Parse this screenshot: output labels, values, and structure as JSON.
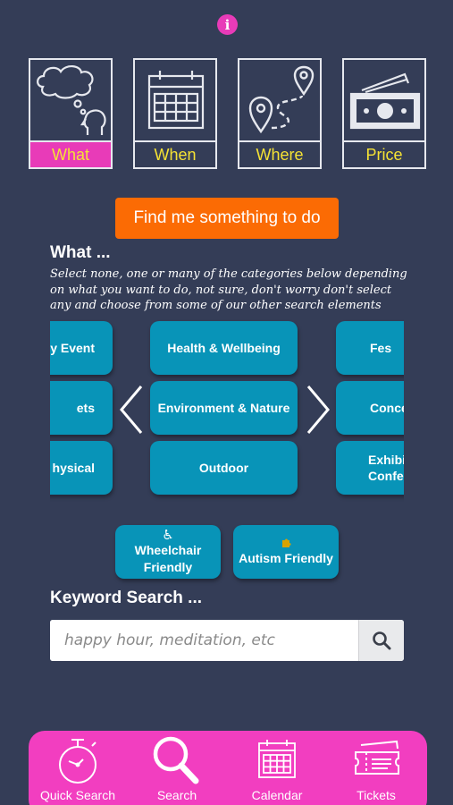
{
  "categories_tabs": [
    {
      "label": "What",
      "icon": "thought-bubble-icon",
      "active": true
    },
    {
      "label": "When",
      "icon": "calendar-icon",
      "active": false
    },
    {
      "label": "Where",
      "icon": "map-route-icon",
      "active": false
    },
    {
      "label": "Price",
      "icon": "banknotes-icon",
      "active": false
    }
  ],
  "info_icon": "info-icon",
  "find_button": "Find me something to do",
  "what_section": {
    "title": "What ...",
    "description": "Select none, one or many of the categories below depending on what you want to do, not sure, don't worry don't select any and choose from some of our other search elements"
  },
  "carousel": {
    "left_column": [
      "y Event",
      "ets",
      "hysical"
    ],
    "center_column": [
      "Health & Wellbeing",
      "Environment & Nature",
      "Outdoor"
    ],
    "right_column": [
      "Fes",
      "Concer",
      "Exhibi Confe"
    ],
    "prev_icon": "chevron-left-icon",
    "next_icon": "chevron-right-icon"
  },
  "accessibility": {
    "wheelchair": {
      "icon_glyph": "♿",
      "line1": "Wheelchair",
      "line2": "Friendly"
    },
    "autism": {
      "label": "Autism Friendly"
    }
  },
  "keyword_search": {
    "title": "Keyword Search ...",
    "placeholder": "happy hour, meditation, etc",
    "value": ""
  },
  "bottom_nav": [
    {
      "label": "Quick Search",
      "icon": "stopwatch-icon"
    },
    {
      "label": "Search",
      "icon": "magnifier-icon"
    },
    {
      "label": "Calendar",
      "icon": "calendar-icon"
    },
    {
      "label": "Tickets",
      "icon": "tickets-icon"
    }
  ],
  "colors": {
    "background": "#343d57",
    "accent_pink": "#e83bb8",
    "find_orange": "#fb6b04",
    "category_blue": "#0894b8",
    "tab_label_yellow": "#f5e234"
  }
}
